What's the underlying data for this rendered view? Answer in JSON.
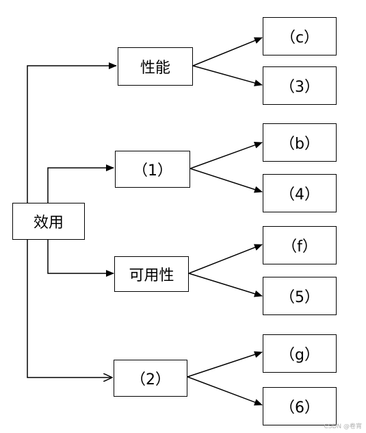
{
  "root": {
    "label": "效用"
  },
  "branches": [
    {
      "label": "性能",
      "leaves": [
        "（c）",
        "（3）"
      ]
    },
    {
      "label": "（1）",
      "leaves": [
        "（b）",
        "（4）"
      ]
    },
    {
      "label": "可用性",
      "leaves": [
        "（f）",
        "（5）"
      ]
    },
    {
      "label": "（2）",
      "leaves": [
        "（g）",
        "（6）"
      ]
    }
  ],
  "watermark": "CSDN @卷宵"
}
